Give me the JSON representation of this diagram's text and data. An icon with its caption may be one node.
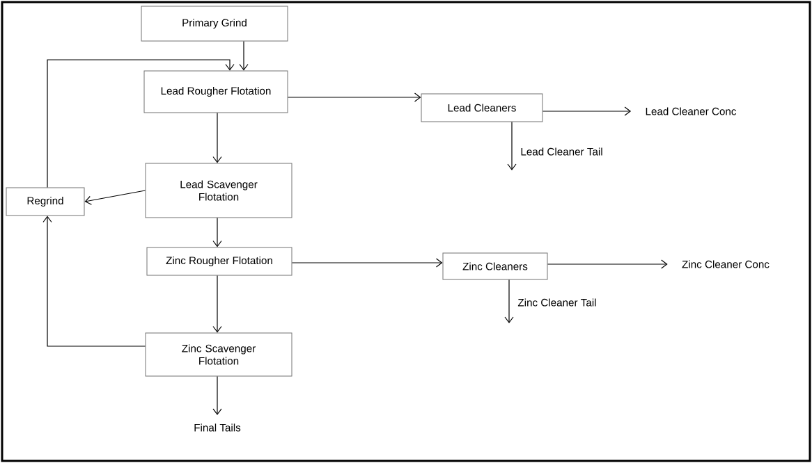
{
  "diagram": {
    "nodes": [
      {
        "text": [
          "Primary Grind"
        ]
      },
      {
        "text": [
          "Lead Rougher Flotation"
        ]
      },
      {
        "text": [
          "Lead Cleaners"
        ]
      },
      {
        "text": [
          "Lead Cleaner Conc"
        ]
      },
      {
        "text": [
          "Regrind"
        ]
      },
      {
        "text": [
          "Lead Scavenger Flotation"
        ]
      },
      {
        "text": [
          "Zinc Rougher Flotation"
        ]
      },
      {
        "text": [
          "Zinc Cleaners"
        ]
      },
      {
        "text": [
          "Zinc Cleaner Conc"
        ]
      },
      {
        "text": [
          "Zinc Scavenger Flotation"
        ]
      },
      {
        "text": [
          "Final Tails"
        ]
      }
    ],
    "edges": [
      {
        "from": 0,
        "to": 1,
        "arrow": "to"
      },
      {
        "from": 1,
        "to": 2,
        "arrow": "to"
      },
      {
        "from": 2,
        "to": 3,
        "arrow": "to"
      },
      {
        "from": 2,
        "to": null,
        "arrow": "to",
        "label": "Lead Cleaner Tail"
      },
      {
        "from": 1,
        "to": 5,
        "arrow": "to"
      },
      {
        "from": 5,
        "to": 4,
        "arrow": "to"
      },
      {
        "from": 4,
        "to": 1,
        "arrow": "to"
      },
      {
        "from": 5,
        "to": 6,
        "arrow": "to"
      },
      {
        "from": 6,
        "to": 7,
        "arrow": "to"
      },
      {
        "from": 7,
        "to": 8,
        "arrow": "to"
      },
      {
        "from": 7,
        "to": null,
        "arrow": "to",
        "label": "Zinc Cleaner Tail"
      },
      {
        "from": 6,
        "to": 9,
        "arrow": "to"
      },
      {
        "from": 9,
        "to": 4,
        "arrow": "to"
      },
      {
        "from": 9,
        "to": 10,
        "arrow": "to"
      }
    ]
  }
}
